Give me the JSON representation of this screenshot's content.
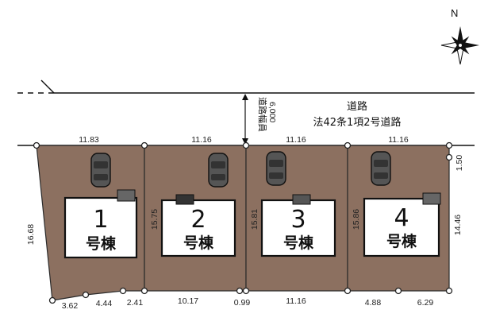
{
  "road": {
    "name": "道路",
    "type": "法42条1項2号道路",
    "width_label": "道路幅員",
    "width_value": "6,000"
  },
  "compass": {
    "north": "N"
  },
  "lots": [
    {
      "number": "1",
      "label": "号棟"
    },
    {
      "number": "2",
      "label": "号棟"
    },
    {
      "number": "3",
      "label": "号棟"
    },
    {
      "number": "4",
      "label": "号棟"
    }
  ],
  "dimensions": {
    "top": [
      "11.83",
      "11.16",
      "11.16",
      "11.16"
    ],
    "side": [
      "16.68",
      "15.75",
      "15.81",
      "15.86",
      "14.46",
      "1.50"
    ],
    "bottom": [
      "3.62",
      "4.44",
      "2.41",
      "10.17",
      "0.99",
      "11.16",
      "4.88",
      "6.29"
    ]
  },
  "colors": {
    "lot_fill": "#8c7060",
    "building_fill": "#ffffff",
    "line": "#111111"
  },
  "chart_data": {
    "type": "table",
    "lots": [
      "1号棟",
      "2号棟",
      "3号棟",
      "4号棟"
    ],
    "frontage_m": [
      11.83,
      11.16,
      11.16,
      11.16
    ],
    "side_depth_m": [
      16.68,
      15.75,
      15.81,
      15.86,
      14.46
    ],
    "rear_segments_m": [
      3.62,
      4.44,
      2.41,
      10.17,
      0.99,
      11.16,
      4.88,
      6.29
    ],
    "corner_segment_m": 1.5,
    "road_width_mm": 6000
  }
}
